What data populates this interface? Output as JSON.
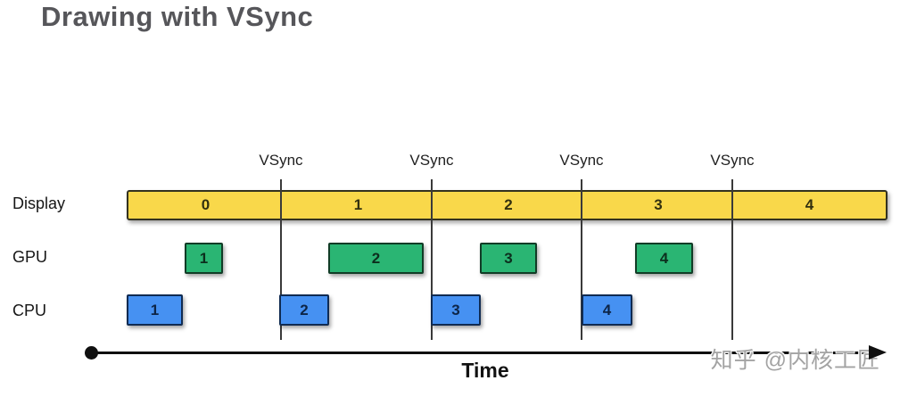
{
  "title": "Drawing with VSync",
  "diagram": {
    "vsync_labels": [
      "VSync",
      "VSync",
      "VSync",
      "VSync"
    ],
    "row_labels": {
      "display": "Display",
      "gpu": "GPU",
      "cpu": "CPU"
    },
    "display_segments": [
      "0",
      "1",
      "2",
      "3",
      "4"
    ],
    "gpu_blocks": [
      "1",
      "2",
      "3",
      "4"
    ],
    "cpu_blocks": [
      "1",
      "2",
      "3",
      "4"
    ],
    "time_label": "Time",
    "colors": {
      "display_fill": "#f9d84a",
      "gpu_fill": "#2ab573",
      "cpu_fill": "#4691f2",
      "vsync_line": "#3a3a3a",
      "title_text": "#56565a",
      "axis": "#101010",
      "watermark_text": "#a3a3a3"
    }
  },
  "watermark": "知乎 @内核工匠"
}
